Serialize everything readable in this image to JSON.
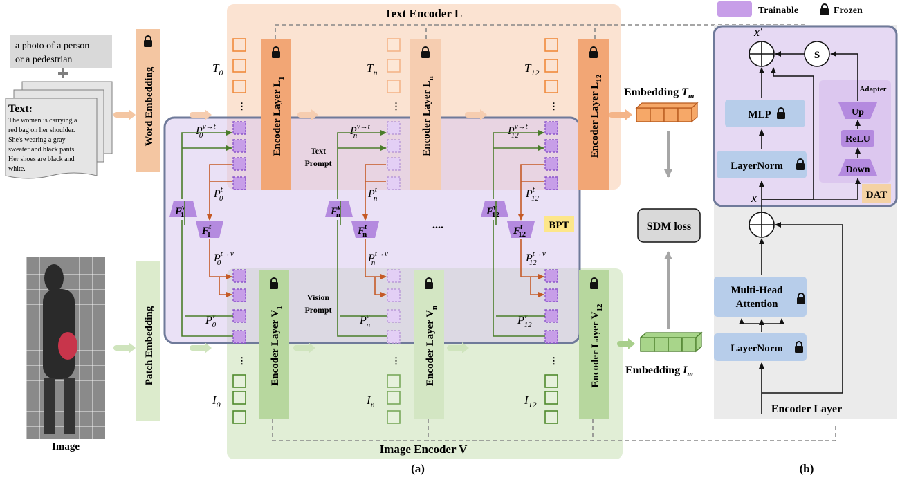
{
  "legend": {
    "trainable": "Trainable",
    "frozen": "Frozen"
  },
  "input_text": {
    "prompt_line1": "a photo of a person",
    "prompt_line2": "or a pedestrian",
    "doc_title": "Text:",
    "doc_lines": [
      "The women is carrying a",
      "red bag on her shoulder.",
      "She's wearing a gray",
      "sweater and black pants.",
      "Her shoes are black and",
      "white."
    ]
  },
  "image_label": "Image",
  "word_embedding": "Word  Embedding",
  "patch_embedding": "Patch  Embedding",
  "text_encoder": {
    "title": "Text Encoder L",
    "layers": [
      {
        "label": "Encoder  Layer  L",
        "sub": "1"
      },
      {
        "label": "Encoder  Layer  L",
        "sub": "n"
      },
      {
        "label": "Encoder  Layer  L",
        "sub": "12"
      }
    ],
    "tokens": [
      {
        "base": "T",
        "sub": "0"
      },
      {
        "base": "T",
        "sub": "n"
      },
      {
        "base": "T",
        "sub": "12"
      }
    ]
  },
  "image_encoder": {
    "title": "Image Encoder V",
    "layers": [
      {
        "label": "Encoder  Layer  V",
        "sub": "1"
      },
      {
        "label": "Encoder  Layer  V",
        "sub": "n"
      },
      {
        "label": "Encoder  Layer  V",
        "sub": "12"
      }
    ],
    "tokens": [
      {
        "base": "I",
        "sub": "0"
      },
      {
        "base": "I",
        "sub": "n"
      },
      {
        "base": "I",
        "sub": "12"
      }
    ]
  },
  "prompts": {
    "text_prompt": [
      "Text",
      "Prompt"
    ],
    "vision_prompt": [
      "Vision",
      "Prompt"
    ],
    "bpt": "BPT",
    "ellipsis": "....",
    "columns": [
      {
        "pvt": "P",
        "sub": "0",
        "sup_vt": "v→t",
        "pt_sup": "t",
        "ptv_sup": "t→v",
        "pv_sup": "v",
        "fv": "F",
        "fv_sup": "v",
        "fv_sub": "1",
        "ft": "F",
        "ft_sup": "t",
        "ft_sub": "1"
      },
      {
        "pvt": "P",
        "sub": "n",
        "sup_vt": "v→t",
        "pt_sup": "t",
        "ptv_sup": "t→v",
        "pv_sup": "v",
        "fv": "F",
        "fv_sup": "v",
        "fv_sub": "n",
        "ft": "F",
        "ft_sup": "t",
        "ft_sub": "n"
      },
      {
        "pvt": "P",
        "sub": "12",
        "sup_vt": "v→t",
        "pt_sup": "t",
        "ptv_sup": "t→v",
        "pv_sup": "v",
        "fv": "F",
        "fv_sup": "v",
        "fv_sub": "12",
        "ft": "F",
        "ft_sup": "t",
        "ft_sub": "12"
      }
    ]
  },
  "embedding_t": {
    "label": "Embedding",
    "sym": "T",
    "sub": "m"
  },
  "embedding_i": {
    "label": "Embedding",
    "sym": "I",
    "sub": "m"
  },
  "sdm_loss": "SDM loss",
  "caption_a": "(a)",
  "caption_b": "(b)",
  "panel_b": {
    "x_prime": "x′",
    "x": "x",
    "s": "S",
    "mlp": "MLP",
    "layernorm_top": "LayerNorm",
    "adapter": "Adapter",
    "up": "Up",
    "relu": "ReLU",
    "down": "Down",
    "dat": "DAT",
    "mha_line1": "Multi-Head",
    "mha_line2": "Attention",
    "layernorm_bottom": "LayerNorm",
    "encoder_layer": "Encoder Layer"
  },
  "colors": {
    "text_branch": "#fbe3d2",
    "image_branch": "#e1eed6",
    "purple": "#c79ee8",
    "orange_token": "#f08a3c",
    "green_token": "#4f8a2c",
    "bpt_badge": "#fde68a",
    "dat_badge": "#f4d2a4"
  }
}
